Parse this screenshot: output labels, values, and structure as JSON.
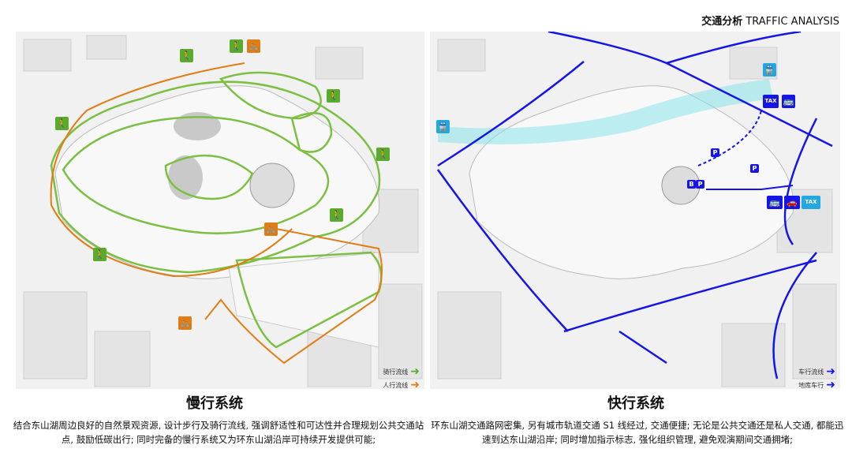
{
  "header": {
    "title_cn": "交通分析",
    "title_en": "TRAFFIC ANALYSIS"
  },
  "left": {
    "title": "慢行系统",
    "description": "结合东山湖周边良好的自然景观资源, 设计步行及骑行流线, 强调舒适性和可达性并合理规划公共交通站点, 鼓励低碳出行; 同时完备的慢行系统又为环东山湖沿岸可持续开发提供可能;",
    "legend": [
      {
        "label": "骑行流线",
        "color": "#5aaa2c"
      },
      {
        "label": "人行流线",
        "color": "#e07d14"
      }
    ],
    "icons": {
      "walk": "pedestrian-icon",
      "bike": "bicycle-icon"
    }
  },
  "right": {
    "title": "快行系统",
    "description": "环东山湖交通路网密集, 另有城市轨道交通 S1 线经过, 交通便捷; 无论是公共交通还是私人交通, 都能迅速到达东山湖沿岸; 同时增加指示标志, 强化组织管理, 避免观演期间交通拥堵;",
    "legend": [
      {
        "label": "车行流线",
        "color": "#1515e8"
      },
      {
        "label": "地库车行",
        "color": "#1515e8"
      }
    ],
    "taxi_label": "TAX",
    "icons": {
      "bus": "bus-icon",
      "taxi": "taxi-icon",
      "parking": "parking-icon",
      "rail": "rail-icon"
    }
  },
  "colors": {
    "green": "#5aaa2c",
    "orange": "#e07d14",
    "blue": "#1515e8",
    "cyan": "#7fe3ea"
  }
}
